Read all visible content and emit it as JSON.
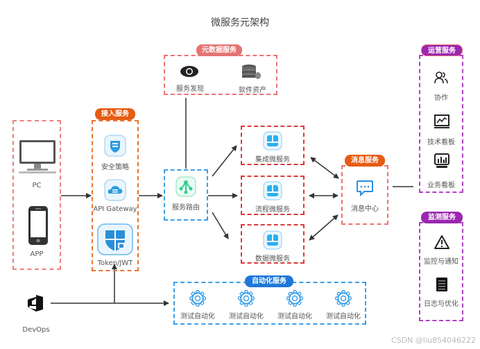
{
  "title": "微服务元架构",
  "colors": {
    "client_border": "#f08080",
    "access_border": "#e8732f",
    "access_tag": "#e65c12",
    "meta_border": "#f07070",
    "meta_tag": "#e57373",
    "router_border": "#3a9fe8",
    "micro_border": "#d93a3a",
    "msg_border": "#f07070",
    "msg_tag": "#e65c12",
    "ops_border": "#b040c8",
    "ops_tag": "#9c27b0",
    "auto_border": "#3a9fe8",
    "auto_tag": "#1e78d8"
  },
  "clients": {
    "items": [
      {
        "label": "PC",
        "icon": "desktop-icon"
      },
      {
        "label": "APP",
        "icon": "smartphone-icon"
      }
    ]
  },
  "access": {
    "tag": "接入服务",
    "items": [
      {
        "label": "安全策略",
        "icon": "firewall-icon"
      },
      {
        "label": "API Gateway",
        "icon": "cloud-gateway-icon"
      },
      {
        "label": "Token/JWT",
        "icon": "shield-lock-icon"
      }
    ]
  },
  "metadata": {
    "tag": "元数据服务",
    "items": [
      {
        "label": "服务发现",
        "icon": "eye-icon"
      },
      {
        "label": "软件资产",
        "icon": "database-icon"
      }
    ]
  },
  "router": {
    "label": "服务路由",
    "icon": "route-icon"
  },
  "microservices": [
    {
      "label": "集成微服务",
      "icon": "module-icon"
    },
    {
      "label": "流程微服务",
      "icon": "module-icon"
    },
    {
      "label": "数据微服务",
      "icon": "module-icon"
    }
  ],
  "message": {
    "tag": "消息服务",
    "label": "消息中心",
    "icon": "chat-icon"
  },
  "operations": {
    "tag": "运营服务",
    "items": [
      {
        "label": "协作",
        "icon": "users-icon"
      },
      {
        "label": "技术看板",
        "icon": "line-chart-monitor-icon"
      },
      {
        "label": "业务看板",
        "icon": "bar-chart-monitor-icon"
      }
    ]
  },
  "monitoring": {
    "tag": "监测服务",
    "items": [
      {
        "label": "监控与通知",
        "icon": "warning-icon"
      },
      {
        "label": "日志与优化",
        "icon": "log-icon"
      }
    ]
  },
  "devops": {
    "label": "DevOps",
    "icon": "devops-icon"
  },
  "automation": {
    "tag": "自动化服务",
    "items": [
      {
        "label": "测试自动化",
        "icon": "gear-icon"
      },
      {
        "label": "测试自动化",
        "icon": "gear-icon"
      },
      {
        "label": "测试自动化",
        "icon": "gear-icon"
      },
      {
        "label": "测试自动化",
        "icon": "gear-icon"
      }
    ]
  },
  "watermark": "CSDN @liu854046222"
}
